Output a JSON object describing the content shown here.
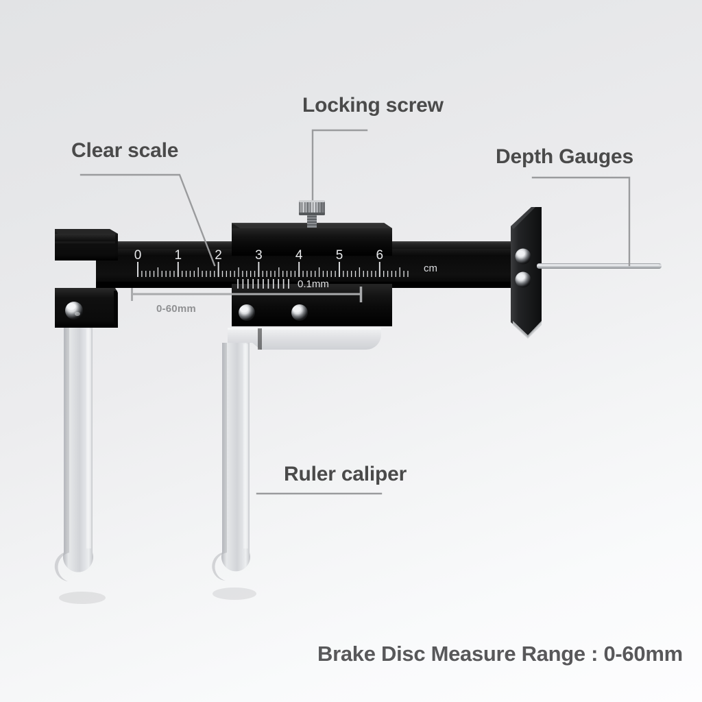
{
  "product": {
    "name": "brake-disc-vernier-caliper",
    "caption": "Brake Disc Measure Range : 0-60mm"
  },
  "callouts": [
    {
      "id": "clear-scale",
      "label": "Clear scale"
    },
    {
      "id": "locking-screw",
      "label": "Locking screw"
    },
    {
      "id": "depth-gauges",
      "label": "Depth Gauges"
    },
    {
      "id": "ruler-caliper",
      "label": "Ruler caliper"
    }
  ],
  "scale": {
    "unit_label": "cm",
    "vernier_label": "0.1mm",
    "numbers": [
      "0",
      "1",
      "2",
      "3",
      "4",
      "5",
      "6"
    ],
    "dimension_label": "0-60mm",
    "major_count": 7,
    "minor_per_major": 10,
    "vernier_ticks": 11
  },
  "colors": {
    "body_black": "#0d0d0d",
    "steel": "#d9dade",
    "label_text": "#4a4a4a",
    "caption_text": "#58585a",
    "leader_line": "#9a9b9d",
    "dimension_line": "#a9aaac",
    "background_top": "#e2e3e5",
    "background_bottom": "#fdfdfe"
  }
}
